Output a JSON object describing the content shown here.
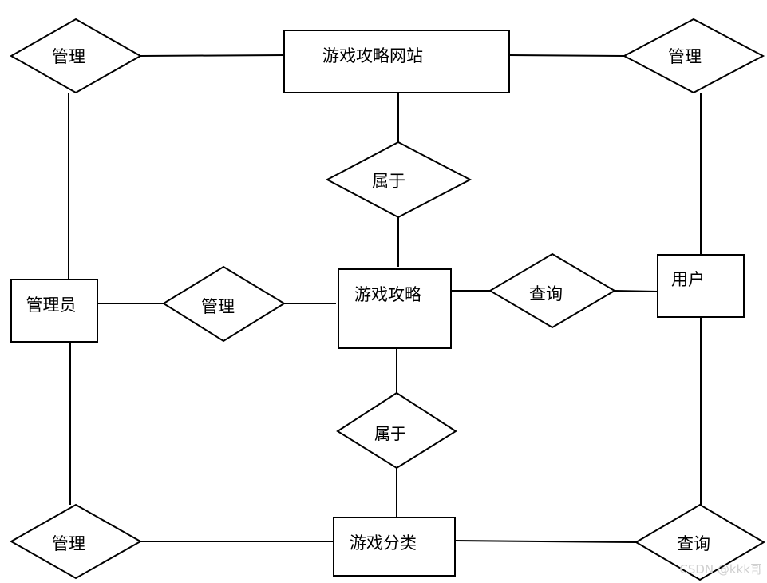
{
  "entities": {
    "website": "游戏攻略网站",
    "admin": "管理员",
    "guide": "游戏攻略",
    "user": "用户",
    "category": "游戏分类"
  },
  "relationships": {
    "manage_top_left": "管理",
    "manage_top_right": "管理",
    "belongs_top": "属于",
    "manage_middle": "管理",
    "query_middle": "查询",
    "belongs_bottom": "属于",
    "manage_bottom_left": "管理",
    "query_bottom_right": "查询"
  },
  "watermark": "CSDN @kkk哥",
  "colors": {
    "stroke": "#000000",
    "fill": "#ffffff",
    "watermark": "#cfcfcf"
  }
}
